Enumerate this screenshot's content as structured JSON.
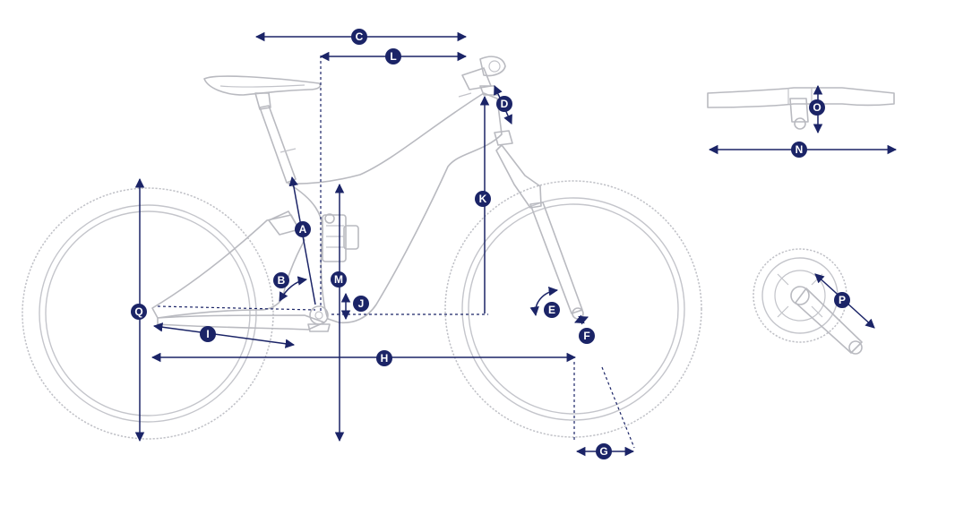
{
  "diagram": {
    "measurement_labels": {
      "A": "A",
      "B": "B",
      "C": "C",
      "D": "D",
      "E": "E",
      "F": "F",
      "G": "G",
      "H": "H",
      "I": "I",
      "J": "J",
      "K": "K",
      "L": "L",
      "M": "M",
      "N": "N",
      "O": "O",
      "P": "P",
      "Q": "Q"
    },
    "colors": {
      "dimension_line": "#1b2467",
      "frame_outline": "#b9bac0",
      "badge_text": "#ffffff",
      "background": "#ffffff"
    },
    "icons": {
      "bike": "mountain-bike-outline-icon",
      "handlebar": "handlebar-outline-icon",
      "crankset": "crankset-outline-icon"
    }
  }
}
